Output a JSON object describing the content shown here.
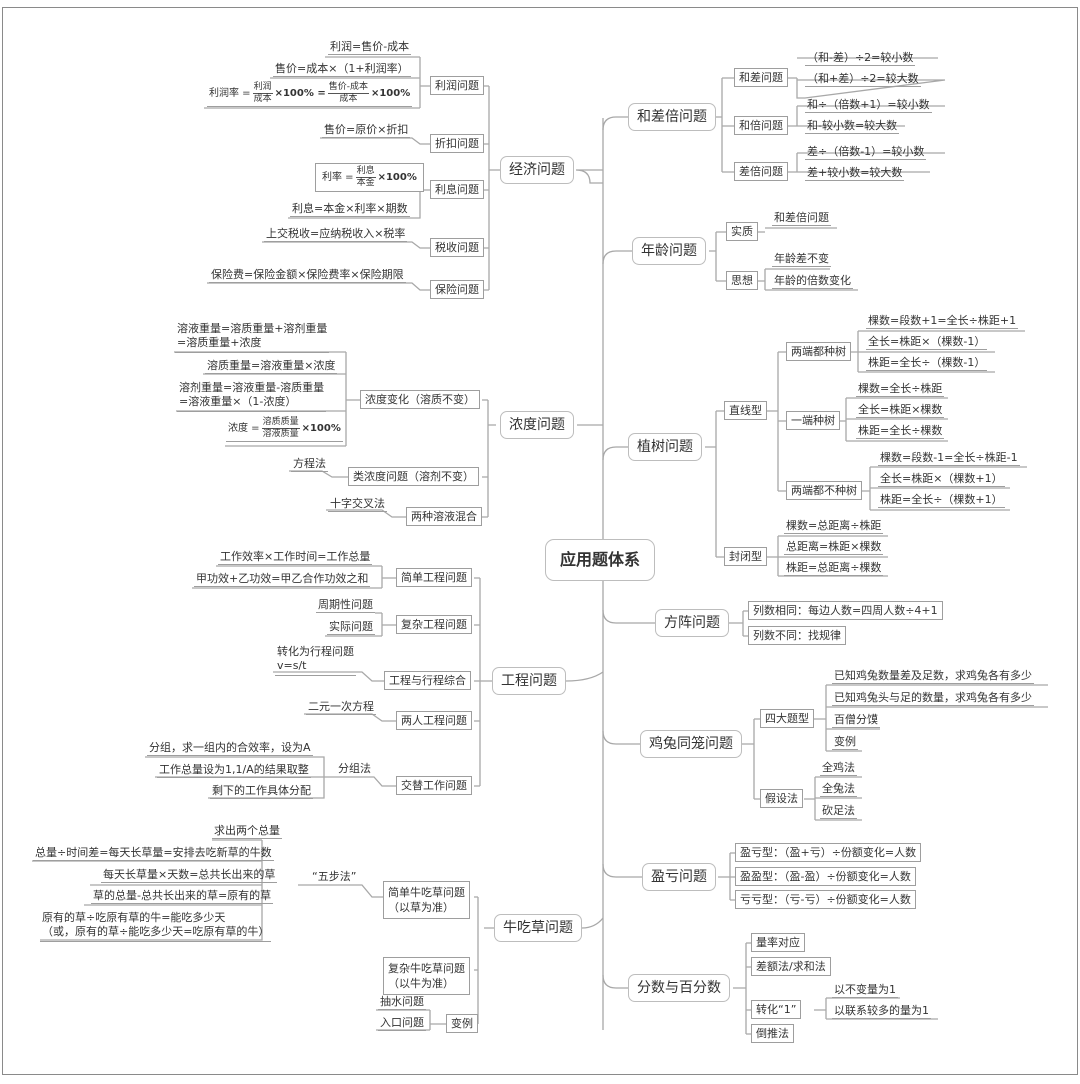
{
  "title": "应用题体系",
  "left": {
    "economy": {
      "label": "经济问题",
      "profit": {
        "label": "利润问题",
        "items": [
          "利润=售价-成本",
          "售价=成本×（1+利润率）"
        ],
        "formula": {
          "lhs": "利润率 =",
          "f1_num": "利润",
          "f1_den": "成本",
          "mid": "×100% =",
          "f2_num": "售价-成本",
          "f2_den": "成本",
          "tail": "×100%"
        }
      },
      "discount": {
        "label": "折扣问题",
        "items": [
          "售价=原价×折扣"
        ]
      },
      "interest": {
        "label": "利息问题",
        "formula": {
          "lhs": "利率 =",
          "num": "利息",
          "den": "本金",
          "tail": "×100%"
        },
        "items": [
          "利息=本金×利率×期数"
        ]
      },
      "tax": {
        "label": "税收问题",
        "items": [
          "上交税收=应纳税收入×税率"
        ]
      },
      "insurance": {
        "label": "保险问题",
        "items": [
          "保险费=保险金额×保险费率×保险期限"
        ]
      }
    },
    "concentration": {
      "label": "浓度问题",
      "change": {
        "label": "浓度变化（溶质不变）",
        "items": [
          "溶液重量=溶质重量+溶剂重量\n=溶质重量+浓度",
          "溶质重量=溶液重量×浓度",
          "溶剂重量=溶液重量-溶质重量\n=溶液重量×（1-浓度）"
        ],
        "formula": {
          "lhs": "浓度 =",
          "num": "溶质质量",
          "den": "溶液质量",
          "tail": "×100%"
        }
      },
      "similar": {
        "label": "类浓度问题（溶剂不变）",
        "items": [
          "方程法"
        ]
      },
      "mix": {
        "label": "两种溶液混合",
        "items": [
          "十字交叉法"
        ]
      }
    },
    "engineering": {
      "label": "工程问题",
      "simple": {
        "label": "简单工程问题",
        "items": [
          "工作效率×工作时间=工作总量",
          "甲功效+乙功效=甲乙合作功效之和"
        ]
      },
      "complex": {
        "label": "复杂工程问题",
        "items": [
          "周期性问题",
          "实际问题"
        ]
      },
      "travel": {
        "label": "工程与行程综合",
        "items": [
          "转化为行程问题\nv=s/t"
        ]
      },
      "two": {
        "label": "两人工程问题",
        "items": [
          "二元一次方程"
        ]
      },
      "alternate": {
        "label": "交替工作问题",
        "method": "分组法",
        "items": [
          "分组，求一组内的合效率，设为A",
          "工作总量设为1,1/A的结果取整",
          "剩下的工作具体分配"
        ]
      }
    },
    "cattle": {
      "label": "牛吃草问题",
      "simple": {
        "label": "简单牛吃草问题\n（以草为准）",
        "method": "“五步法”",
        "items": [
          "求出两个总量",
          "总量÷时间差=每天长草量=安排去吃新草的牛数",
          "每天长草量×天数=总共长出来的草",
          "草的总量-总共长出来的草=原有的草",
          "原有的草÷吃原有草的牛=能吃多少天\n（或，原有的草÷能吃多少天=吃原有草的牛）"
        ]
      },
      "complex": {
        "label": "复杂牛吃草问题\n（以牛为准）"
      },
      "variant": {
        "label": "变例",
        "items": [
          "抽水问题",
          "入口问题"
        ]
      }
    }
  },
  "right": {
    "sumdiff": {
      "label": "和差倍问题",
      "hecha": {
        "label": "和差问题",
        "items": [
          "（和-差）÷2=较小数",
          "（和+差）÷2=较大数"
        ]
      },
      "hebei": {
        "label": "和倍问题",
        "items": [
          "和÷（倍数+1）=较小数",
          "和-较小数=较大数"
        ]
      },
      "chabei": {
        "label": "差倍问题",
        "items": [
          "差÷（倍数-1）=较小数",
          "差+较小数=较大数"
        ]
      }
    },
    "age": {
      "label": "年龄问题",
      "essence": {
        "label": "实质",
        "items": [
          "和差倍问题"
        ]
      },
      "idea": {
        "label": "思想",
        "items": [
          "年龄差不变",
          "年龄的倍数变化"
        ]
      }
    },
    "tree": {
      "label": "植树问题",
      "line": {
        "label": "直线型",
        "both": {
          "label": "两端都种树",
          "items": [
            "棵数=段数+1=全长÷株距+1",
            "全长=株距×（棵数-1）",
            "株距=全长÷（棵数-1）"
          ]
        },
        "one": {
          "label": "一端种树",
          "items": [
            "棵数=全长÷株距",
            "全长=株距×棵数",
            "株距=全长÷棵数"
          ]
        },
        "none": {
          "label": "两端都不种树",
          "items": [
            "棵数=段数-1=全长÷株距-1",
            "全长=株距×（棵数+1）",
            "株距=全长÷（棵数+1）"
          ]
        }
      },
      "closed": {
        "label": "封闭型",
        "items": [
          "棵数=总距离÷株距",
          "总距离=株距×棵数",
          "株距=总距离÷棵数"
        ]
      }
    },
    "square": {
      "label": "方阵问题",
      "items": [
        "列数相同：每边人数=四周人数÷4+1",
        "列数不同：找规律"
      ]
    },
    "chicken": {
      "label": "鸡兔同笼问题",
      "types": {
        "label": "四大题型",
        "items": [
          "已知鸡兔数量差及足数，求鸡兔各有多少",
          "已知鸡兔头与足的数量，求鸡兔各有多少",
          "百僧分馍",
          "变例"
        ]
      },
      "assume": {
        "label": "假设法",
        "items": [
          "全鸡法",
          "全兔法",
          "砍足法"
        ]
      }
    },
    "profitloss": {
      "label": "盈亏问题",
      "items": [
        "盈亏型：（盈+亏）÷份额变化=人数",
        "盈盈型：（盈-盈）÷份额变化=人数",
        "亏亏型：（亏-亏）÷份额变化=人数"
      ]
    },
    "fraction": {
      "label": "分数与百分数",
      "items": [
        "量率对应",
        "差额法/求和法"
      ],
      "convert": {
        "label": "转化“1”",
        "items": [
          "以不变量为1",
          "以联系较多的量为1"
        ]
      },
      "back": "倒推法"
    }
  }
}
